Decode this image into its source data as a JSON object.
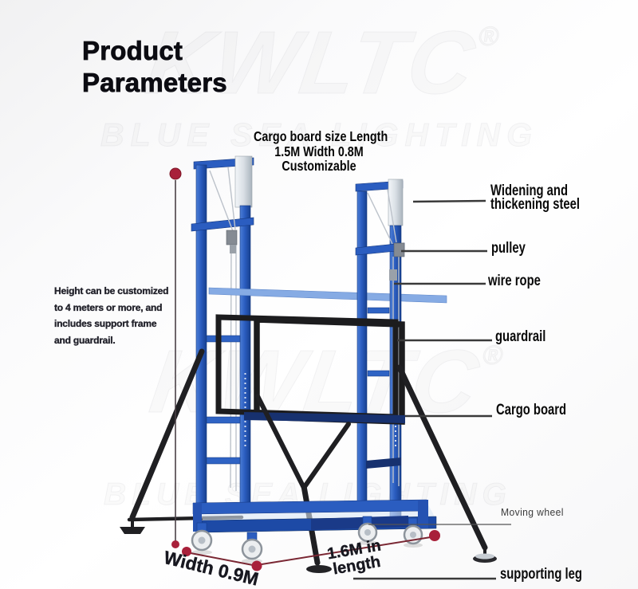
{
  "header": {
    "title_lines": [
      "Product",
      "Parameters"
    ]
  },
  "watermarks": {
    "brand": "KWLTC",
    "registered_mark": "®",
    "tagline": "BLUE SEA LIGHTING"
  },
  "annotations": {
    "cargo_board_size": {
      "lines": [
        "Cargo board size Length",
        "1.5M Width 0.8M",
        "Customizable"
      ]
    },
    "height_note": {
      "lines": [
        "Height can be customized",
        "to 4 meters or more, and",
        "includes support frame",
        "and guardrail."
      ]
    },
    "widening_steel": {
      "lines": [
        "Widening and",
        "thickening steel"
      ]
    },
    "pulley": {
      "label": "pulley"
    },
    "wire_rope": {
      "label": "wire rope"
    },
    "guardrail": {
      "label": "guardrail"
    },
    "cargo_board": {
      "label": "Cargo board"
    },
    "moving_wheel": {
      "label": "Moving wheel"
    },
    "supporting_leg": {
      "label": "supporting leg"
    }
  },
  "dimensions": {
    "width": {
      "label": "Width 0.9M"
    },
    "length": {
      "lines": [
        "1.6M in",
        "length"
      ]
    }
  },
  "colors": {
    "accent_red": "#a8203a",
    "dim_line": "#7a2733",
    "height_line": "#4a4046",
    "leader": "#3a3a3a",
    "frame_blue": "#2b5dc0",
    "frame_blue_dark": "#1d4aa6",
    "frame_navy": "#17316f",
    "guardrail_black": "#1c1c1e",
    "rope": "#bcc2ca",
    "text_dark": "#101016"
  }
}
